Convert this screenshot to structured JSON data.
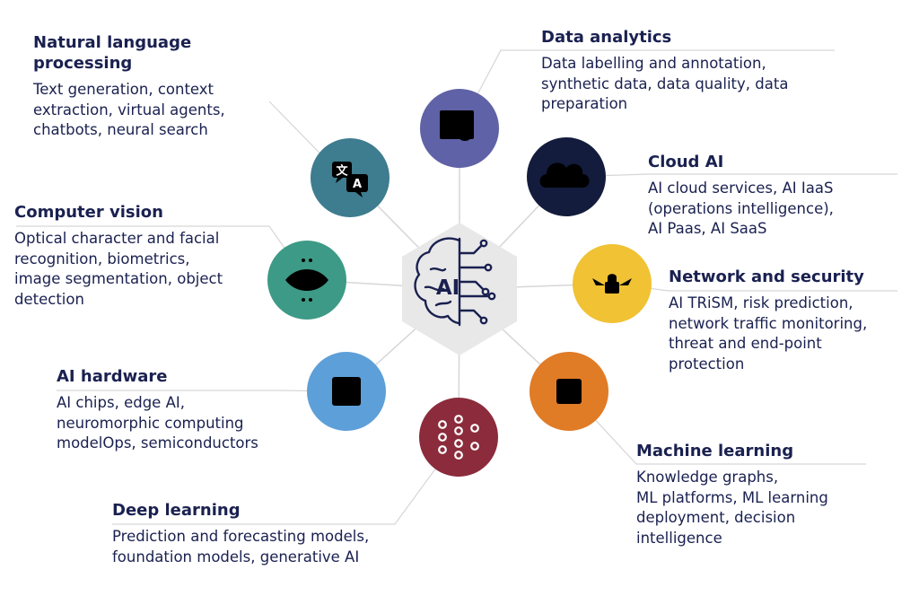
{
  "center": {
    "label": "AI"
  },
  "categories": [
    {
      "key": "nlp",
      "title": "Natural language processing",
      "title_lines": [
        "Natural language",
        "processing"
      ],
      "description": "Text generation, context extraction, virtual agents, chatbots, neural search",
      "desc_lines": [
        "Text generation, context",
        "extraction, virtual agents,",
        "chatbots, neural search"
      ],
      "color": "#3e7c8f",
      "icon": "translate-icon",
      "icon_text": [
        "文",
        "A"
      ]
    },
    {
      "key": "data-analytics",
      "title": "Data analytics",
      "title_lines": [
        "Data analytics"
      ],
      "description": "Data labelling and annotation, synthetic data, data quality, data preparation",
      "desc_lines": [
        "Data labelling and annotation,",
        "synthetic data, data quality, data",
        "preparation"
      ],
      "color": "#5f62a6",
      "icon": "data-search-icon"
    },
    {
      "key": "cloud-ai",
      "title": "Cloud AI",
      "title_lines": [
        "Cloud AI"
      ],
      "description": "AI cloud services, AI IaaS (operations intelligence), AI Paas, AI SaaS",
      "desc_lines": [
        "AI cloud services, AI IaaS",
        "(operations intelligence),",
        "AI Paas, AI SaaS"
      ],
      "color": "#131c3c",
      "icon": "cloud-icon"
    },
    {
      "key": "computer-vision",
      "title": "Computer vision",
      "title_lines": [
        "Computer vision"
      ],
      "description": "Optical character and facial recognition, biometrics, image segmentation, object detection",
      "desc_lines": [
        "Optical character and facial",
        "recognition, biometrics,",
        "image segmentation, object",
        "detection"
      ],
      "color": "#3d9a86",
      "icon": "eye-chip-icon"
    },
    {
      "key": "network-security",
      "title": "Network and security",
      "title_lines": [
        "Network and security"
      ],
      "description": "AI TRiSM, risk prediction, network traffic monitoring, threat and end-point protection",
      "desc_lines": [
        "AI TRiSM, risk prediction,",
        "network traffic monitoring,",
        "threat and end-point",
        "protection"
      ],
      "color": "#f0c234",
      "icon": "lock-circuit-icon"
    },
    {
      "key": "ai-hardware",
      "title": "AI hardware",
      "title_lines": [
        "AI hardware"
      ],
      "description": "AI chips, edge AI, neuromorphic computing modelOps, semiconductors",
      "desc_lines": [
        "AI chips, edge AI,",
        "neuromorphic computing",
        "modelOps, semiconductors"
      ],
      "color": "#5d9fd8",
      "icon": "chip-icon"
    },
    {
      "key": "machine-learning",
      "title": "Machine learning",
      "title_lines": [
        "Machine learning"
      ],
      "description": "Knowledge graphs, ML platforms, ML learning deployment, decision intelligence",
      "desc_lines": [
        "Knowledge graphs,",
        "ML platforms, ML learning",
        "deployment, decision",
        "intelligence"
      ],
      "color": "#e07b26",
      "icon": "brain-chip-icon"
    },
    {
      "key": "deep-learning",
      "title": "Deep learning",
      "title_lines": [
        "Deep learning"
      ],
      "description": "Prediction and forecasting models, foundation models, generative AI",
      "desc_lines": [
        "Prediction and forecasting models,",
        "foundation models, generative AI"
      ],
      "color": "#8b2b3b",
      "icon": "neural-network-icon"
    }
  ],
  "colors": {
    "hexagon": "#e8e8e8",
    "lines": "#d6d6d6",
    "text": "#1a2150"
  }
}
